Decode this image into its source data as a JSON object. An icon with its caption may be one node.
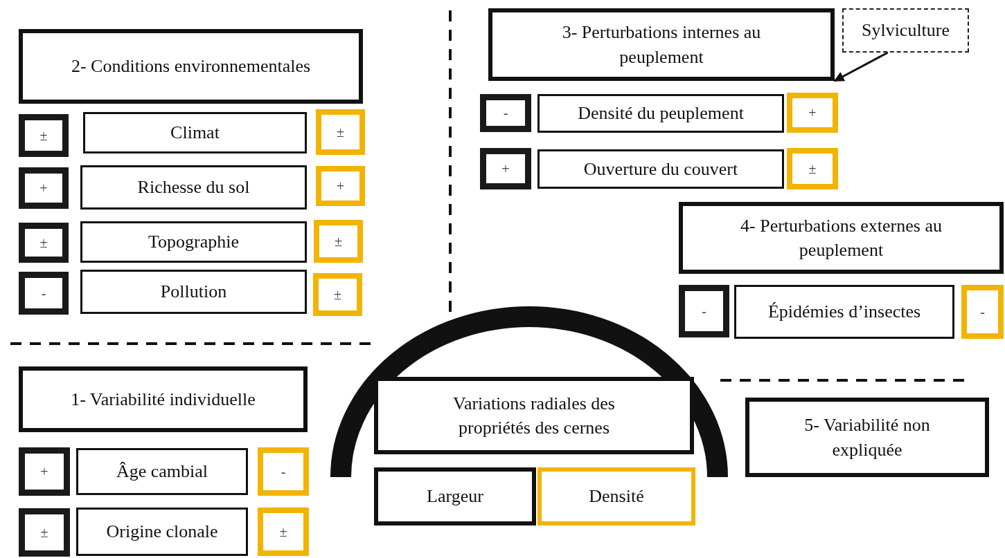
{
  "diagram": {
    "nodes": [
      {
        "text": [
          "2- Conditions environnementales"
        ]
      },
      {
        "text": [
          "±"
        ]
      },
      {
        "text": [
          "Climat"
        ]
      },
      {
        "text": [
          "±"
        ]
      },
      {
        "text": [
          "+"
        ]
      },
      {
        "text": [
          "Richesse du sol"
        ]
      },
      {
        "text": [
          "+"
        ]
      },
      {
        "text": [
          "±"
        ]
      },
      {
        "text": [
          "Topographie"
        ]
      },
      {
        "text": [
          "±"
        ]
      },
      {
        "text": [
          "-"
        ]
      },
      {
        "text": [
          "Pollution"
        ]
      },
      {
        "text": [
          "±"
        ]
      },
      {
        "text": [
          "3- Perturbations internes au peuplement"
        ]
      },
      {
        "text": [
          "Sylviculture"
        ]
      },
      {
        "text": [
          "-"
        ]
      },
      {
        "text": [
          "Densité du peuplement"
        ]
      },
      {
        "text": [
          "+"
        ]
      },
      {
        "text": [
          "+"
        ]
      },
      {
        "text": [
          "Ouverture du couvert"
        ]
      },
      {
        "text": [
          "±"
        ]
      },
      {
        "text": [
          "4- Perturbations externes au peuplement"
        ]
      },
      {
        "text": [
          "-"
        ]
      },
      {
        "text": [
          "Épidémies d’insectes"
        ]
      },
      {
        "text": [
          "-"
        ]
      },
      {
        "text": [
          "1- Variabilité individuelle"
        ]
      },
      {
        "text": [
          "+"
        ]
      },
      {
        "text": [
          "Âge cambial"
        ]
      },
      {
        "text": [
          "-"
        ]
      },
      {
        "text": [
          "±"
        ]
      },
      {
        "text": [
          "Origine clonale"
        ]
      },
      {
        "text": [
          "±"
        ]
      },
      {
        "text": [
          "Variations radiales des propriétés des cernes"
        ]
      },
      {
        "text": [
          "Largeur"
        ]
      },
      {
        "text": [
          "Densité"
        ]
      },
      {
        "text": [
          "5- Variabilité non expliquée"
        ]
      }
    ],
    "edges": [
      {
        "from": 14,
        "to": 13,
        "arrow": "to"
      }
    ]
  }
}
